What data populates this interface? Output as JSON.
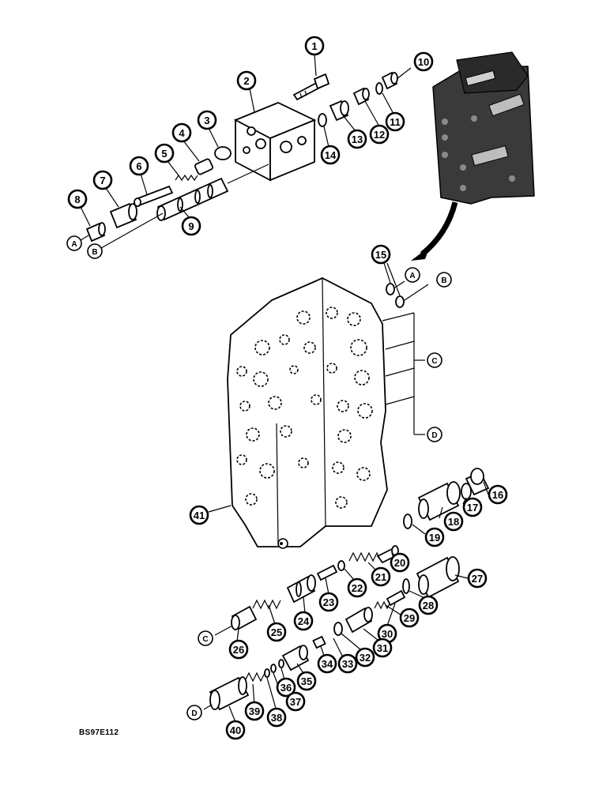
{
  "figure_code": "BS97E112",
  "callouts": [
    "1",
    "2",
    "3",
    "4",
    "5",
    "6",
    "7",
    "8",
    "9",
    "10",
    "11",
    "12",
    "13",
    "14",
    "15",
    "16",
    "17",
    "18",
    "19",
    "20",
    "21",
    "22",
    "23",
    "24",
    "25",
    "26",
    "27",
    "28",
    "29",
    "30",
    "31",
    "32",
    "33",
    "34",
    "35",
    "36",
    "37",
    "38",
    "39",
    "40",
    "41"
  ],
  "references": [
    "A",
    "B",
    "A",
    "B",
    "C",
    "D",
    "C",
    "D"
  ]
}
